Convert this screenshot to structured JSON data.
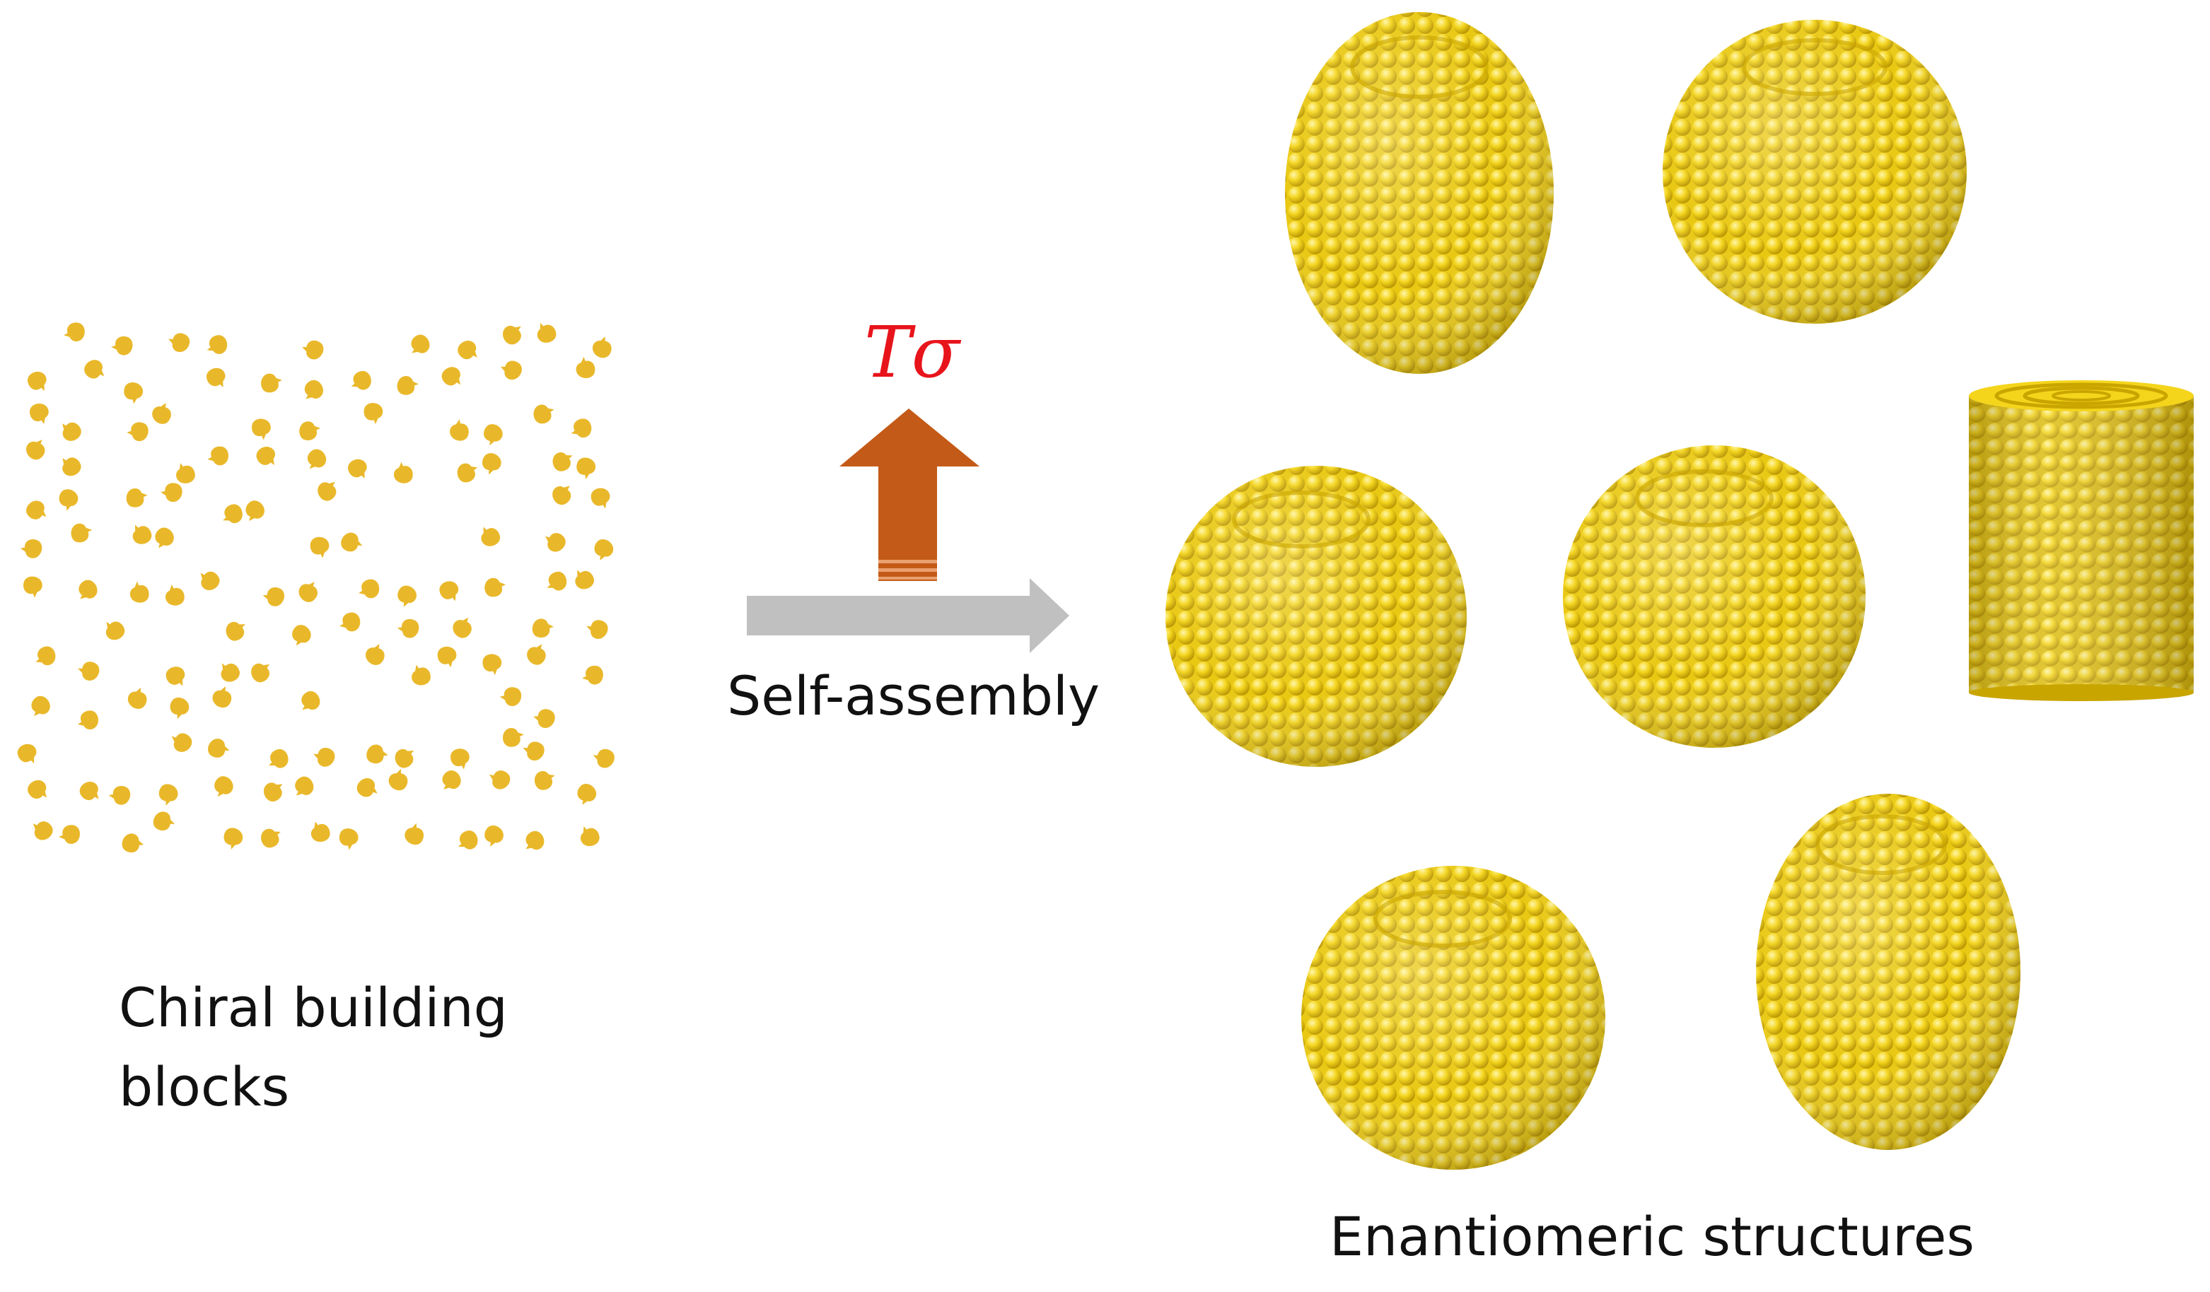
{
  "labels": {
    "building_blocks": "Chiral building blocks",
    "process": "Self-assembly",
    "condition": "Tσ",
    "structures": "Enantiomeric structures"
  },
  "colors": {
    "particle": "#f2d21b",
    "particle_dark": "#b89400",
    "particle_highlight": "#fff39a",
    "building_block": "#e9b82a",
    "arrow_gray": "#c0c0c0",
    "arrow_orange": "#c45a17",
    "condition_text": "#e8141b"
  },
  "structures": [
    {
      "shape": "ellipsoid",
      "name": "prolate-top-left"
    },
    {
      "shape": "sphere",
      "name": "sphere-top-right"
    },
    {
      "shape": "sphere",
      "name": "sphere-middle-left"
    },
    {
      "shape": "sphere",
      "name": "sphere-middle-center"
    },
    {
      "shape": "cylinder",
      "name": "cylinder-middle-right"
    },
    {
      "shape": "sphere",
      "name": "sphere-bottom-left"
    },
    {
      "shape": "ellipsoid",
      "name": "prolate-bottom-right"
    }
  ]
}
